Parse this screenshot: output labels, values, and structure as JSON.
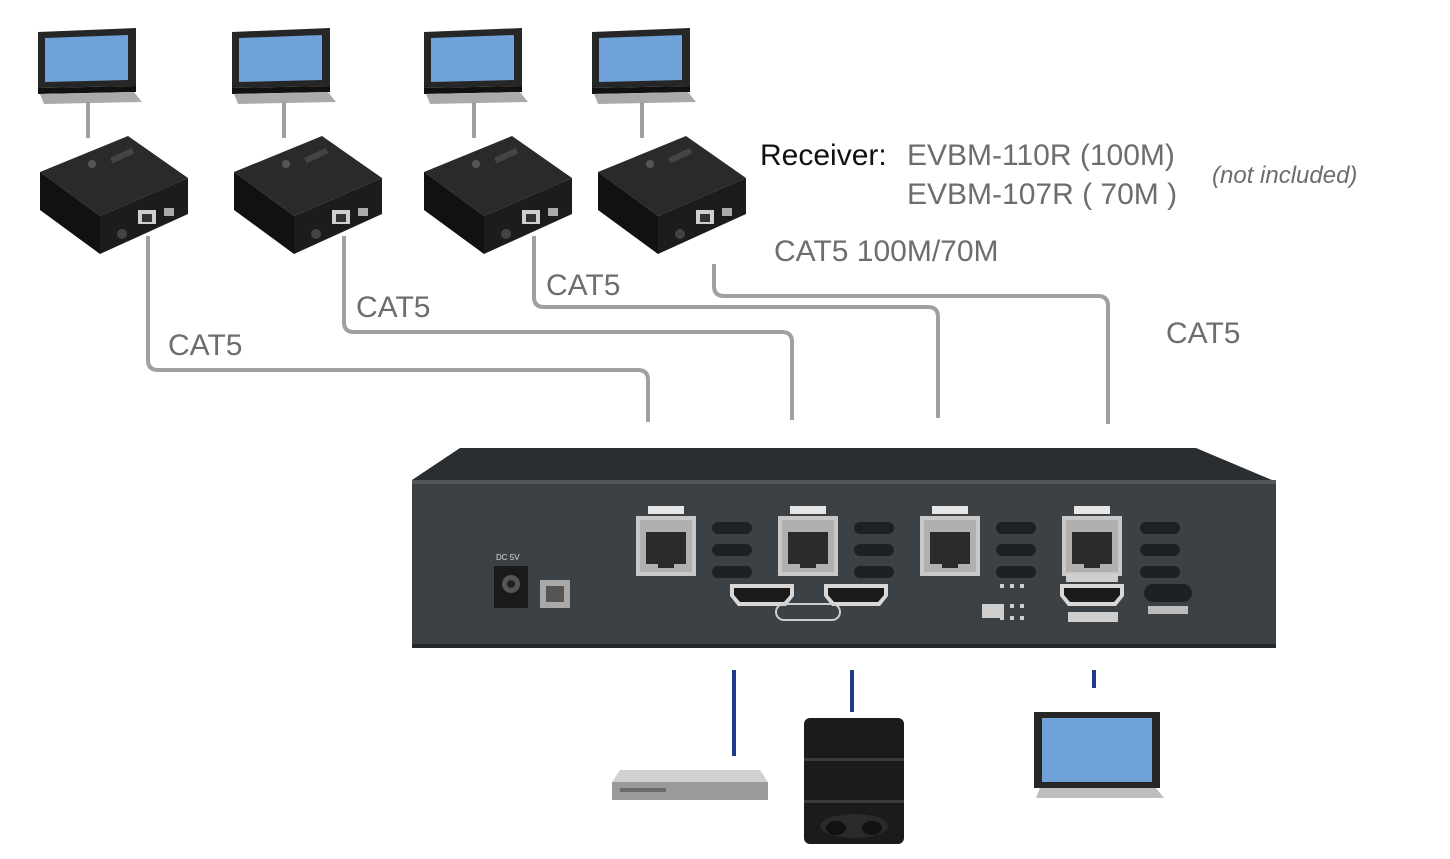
{
  "receiver": {
    "prefix": "Receiver:",
    "model_100m": "EVBM-110R (100M)",
    "model_70m": "EVBM-107R ( 70M )",
    "note": "(not included)"
  },
  "cable_labels": {
    "cable1": "CAT5",
    "cable2": "CAT5",
    "cable3": "CAT5",
    "cable4_range": "CAT5 100M/70M",
    "cable4": "CAT5"
  },
  "colors": {
    "cat5_cable": "#a0a0a0",
    "hdmi_cable": "#1f3a8a",
    "screen": "#6fa2d8",
    "device_body": "#1c1c1c",
    "panel": "#3c4146"
  }
}
